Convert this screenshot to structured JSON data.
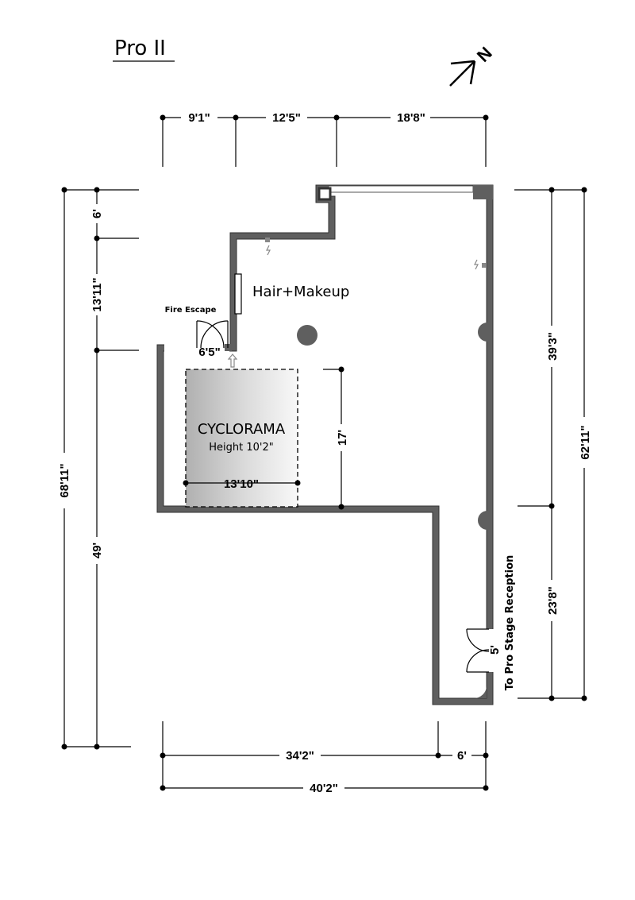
{
  "title": "Pro II",
  "compass": {
    "letter": "N"
  },
  "top_dims": [
    "9'1\"",
    "12'5\"",
    "18'8\""
  ],
  "bottom_dims": {
    "segment_a": "34'2\"",
    "segment_b": "6'",
    "total": "40'2\""
  },
  "left_dims": {
    "top": "6'",
    "middle": "13'11\"",
    "lower": "49'",
    "total": "68'11\""
  },
  "right_dims": {
    "upper": "39'3\"",
    "lower": "23'8\"",
    "total": "62'11\""
  },
  "rooms": {
    "hair_makeup": "Hair+Makeup",
    "fire_escape": "Fire Escape",
    "fire_escape_width": "6'5\"",
    "door_width": "5'",
    "reception": "To Pro Stage Reception"
  },
  "cyclorama": {
    "name": "CYCLORAMA",
    "height": "Height 10'2\"",
    "width": "13'10\"",
    "depth": "17'"
  }
}
